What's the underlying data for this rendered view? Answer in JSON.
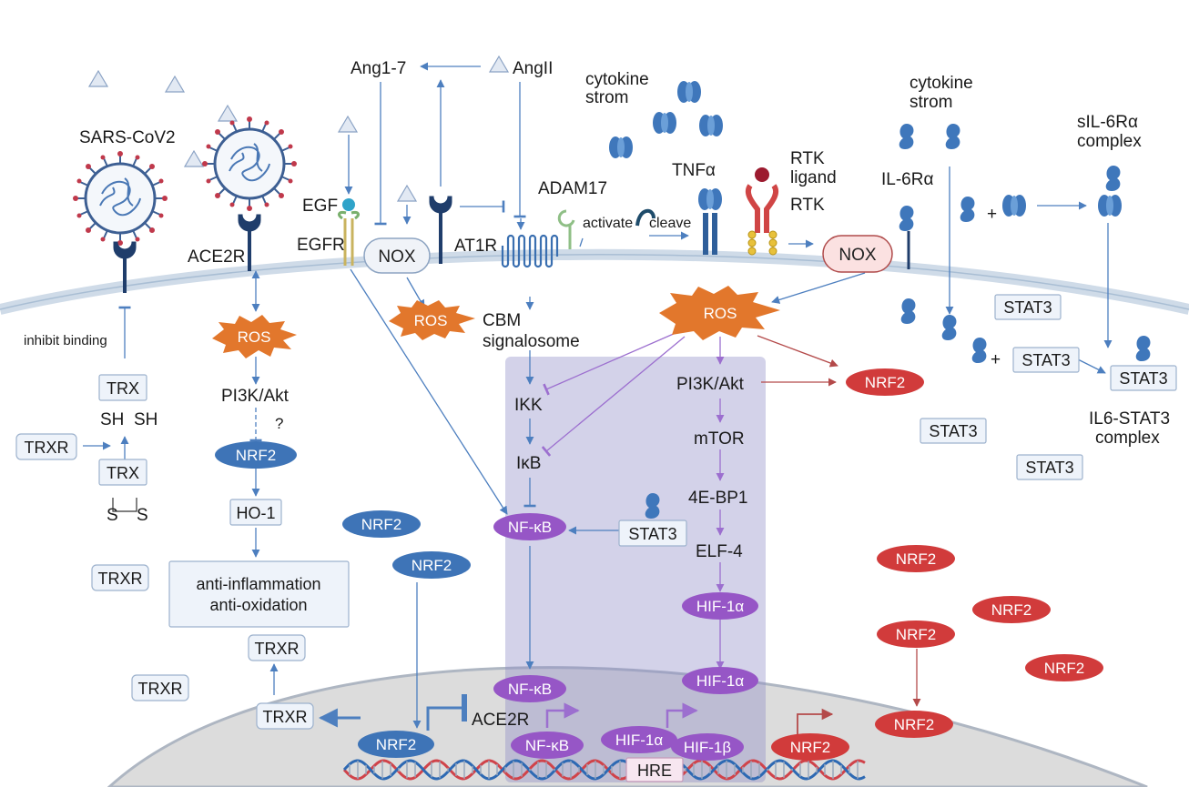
{
  "labels": {
    "ang17": "Ang1-7",
    "angII": "AngII",
    "cytokine_left": "cytokine",
    "strom_left": "strom",
    "cytokine_right": "cytokine",
    "strom_right": "strom",
    "sil6r_1": "sIL-6Rα",
    "sil6r_2": "complex",
    "sarscov2": "SARS-CoV2",
    "ace2r_top": "ACE2R",
    "egf": "EGF",
    "egfr": "EGFR",
    "nox_left": "NOX",
    "at1r": "AT1R",
    "adam17": "ADAM17",
    "activate": "activate",
    "cleave": "cleave",
    "tnfa": "TNFα",
    "rtk_ligand_1": "RTK",
    "rtk_ligand_2": "ligand",
    "rtk": "RTK",
    "il6ra": "IL-6Rα",
    "nox_right": "NOX",
    "plus1": "+",
    "plus2": "+",
    "inhibit_binding": "inhibit binding",
    "ros_left": "ROS",
    "ros_mid": "ROS",
    "ros_right": "ROS",
    "cbm_1": "CBM",
    "cbm_2": "signalosome",
    "trx_top": "TRX",
    "sh": "SH  SH",
    "trxr_left": "TRXR",
    "trx_bottom": "TRX",
    "s_left": "S",
    "s_right": "S",
    "pi3k_left": "PI3K/Akt",
    "question": "?",
    "nrf2_left": "NRF2",
    "ho1": "HO-1",
    "anti_1": "anti-inflammation",
    "anti_2": "anti-oxidation",
    "trxr_a": "TRXR",
    "trxr_b": "TRXR",
    "trxr_c": "TRXR",
    "trxr_d": "TRXR",
    "nrf2_c1": "NRF2",
    "nrf2_c2": "NRF2",
    "ikk": "IKK",
    "ikb": "IκB",
    "nfkb_cyto": "NF-κB",
    "stat3_mid": "STAT3",
    "pi3k_right": "PI3K/Akt",
    "mtor": "mTOR",
    "ebp1": "4E-BP1",
    "elf4": "ELF-4",
    "hif1a_cyto": "HIF-1α",
    "nrf2_right_top": "NRF2",
    "stat3_r1": "STAT3",
    "stat3_r2": "STAT3",
    "stat3_r3": "STAT3",
    "stat3_r4": "STAT3",
    "stat3_r5": "STAT3",
    "il6stat3_1": "IL6-STAT3",
    "il6stat3_2": "complex",
    "nrf2_rc1": "NRF2",
    "nrf2_rc2": "NRF2",
    "nrf2_rc3": "NRF2",
    "nrf2_rc4": "NRF2",
    "nrf2_rn": "NRF2",
    "nfkb_nuc": "NF-κB",
    "hif1a_nuc": "HIF-1α",
    "ace2r_nuc": "ACE2R",
    "nrf2_nuc": "NRF2",
    "nfkb_dna": "NF-κB",
    "hif1a_dna": "HIF-1α",
    "hif1b_dna": "HIF-1β",
    "nrf2_dna": "NRF2",
    "hre": "HRE"
  },
  "colors": {
    "pathway_box": "#8c88c6",
    "ros": "#e2772c",
    "nrf2_blue": "#3e74b7",
    "nrf2_red": "#d13b3b",
    "purple_node": "#9656c6",
    "arrow_blue": "#4d7fbf",
    "arrow_purple": "#9c6fcf",
    "arrow_red": "#b44a4a",
    "nucleus": "#dcdcdc",
    "membrane": "#cfdbe8"
  }
}
